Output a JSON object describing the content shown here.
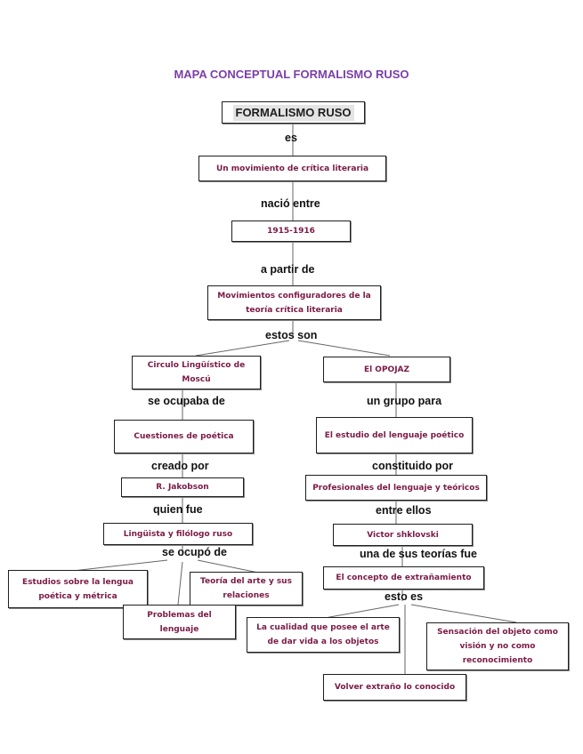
{
  "title": "MAPA CONCEPTUAL FORMALISMO RUSO",
  "colors": {
    "title": "#7b3fa8",
    "node_text": "#7a1a46",
    "link_text": "#111111",
    "border": "#1e1e1e",
    "connector": "#666666"
  },
  "nodes": {
    "root": "FORMALISMO RUSO",
    "movimiento": "Un movimiento de crítica literaria",
    "fechas": "1915-1916",
    "movimientos": "Movimientos configuradores de la teoría crítica literaria",
    "circulo": "Circulo Lingüístico de Moscú",
    "opojaz": "El OPOJAZ",
    "cuestiones": "Cuestiones de poética",
    "estudio": "El estudio del lenguaje poético",
    "jakobson": "R. Jakobson",
    "profesionales": "Profesionales del lenguaje y teóricos",
    "linguista": "Lingüista y filólogo ruso",
    "shklovski": "Victor shklovski",
    "estudios_lengua": "Estudios sobre la lengua poética y métrica",
    "teoria_arte": "Teoría del arte y sus relaciones",
    "problemas": "Problemas del lenguaje",
    "extranamiento": "El concepto de extrañamiento",
    "cualidad": "La cualidad que posee el arte de dar vida a los objetos",
    "sensacion": "Sensación del objeto como visión y no como reconocimiento",
    "volver": "Volver extraño lo conocido"
  },
  "links": {
    "es": "es",
    "nacio_entre": "nació entre",
    "a_partir_de": "a partir de",
    "estos_son": "estos son",
    "se_ocupaba_de": "se ocupaba de",
    "un_grupo_para": "un grupo para",
    "creado_por": "creado por",
    "constituido_por": "constituido por",
    "quien_fue": "quien fue",
    "entre_ellos": "entre ellos",
    "se_ocupo_de": "se ocupó de",
    "una_de_sus_teorias_fue": "una de sus teorías fue",
    "esto_es": "esto es"
  }
}
